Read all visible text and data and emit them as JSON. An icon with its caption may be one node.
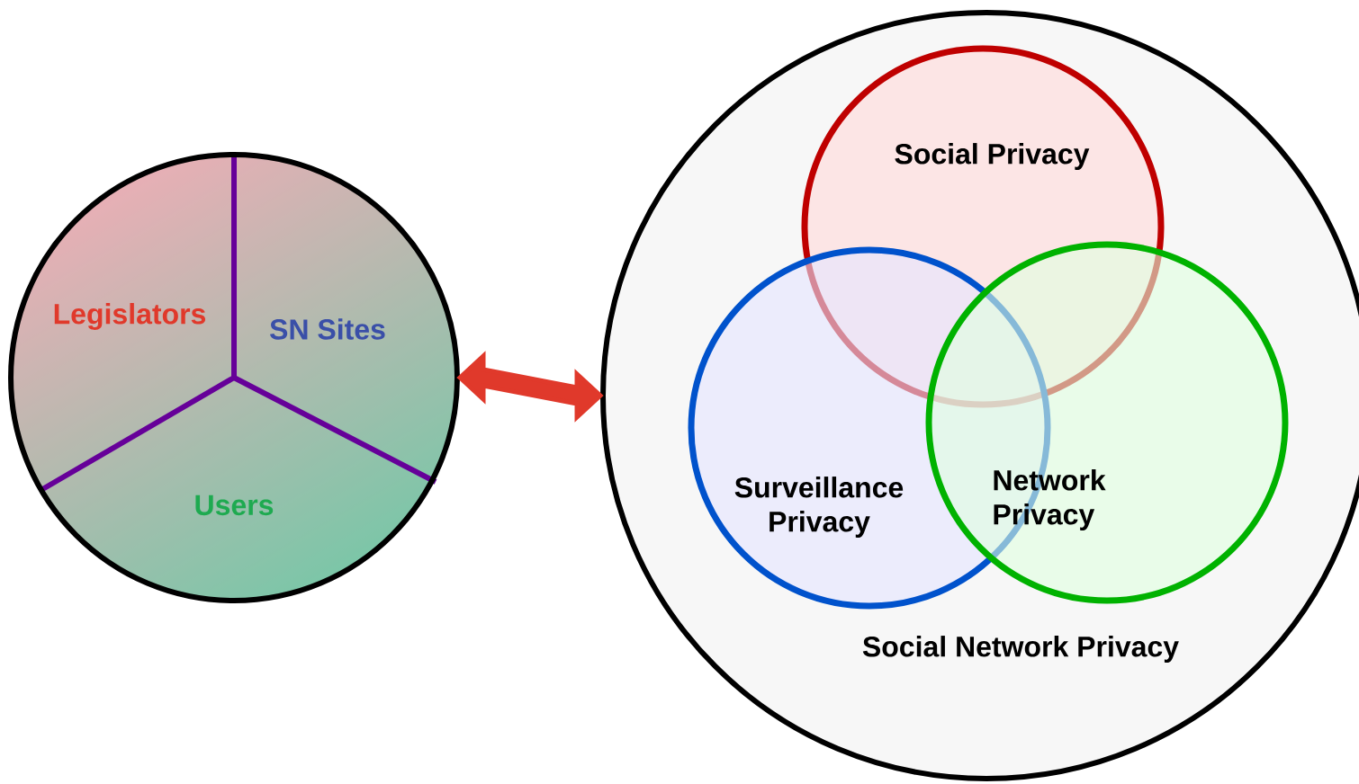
{
  "diagram": {
    "nodes": [
      {
        "text": [
          "Legislators",
          "SN Sites",
          "Users"
        ]
      },
      {
        "text": [
          "Social Network Privacy"
        ]
      },
      {
        "text": [
          "Social Privacy"
        ],
        "in": 1
      },
      {
        "text": [
          "Surveillance Privacy"
        ],
        "in": 1
      },
      {
        "text": [
          "Network Privacy"
        ],
        "in": 1
      }
    ],
    "edges": [
      {
        "from": 0,
        "to": 1,
        "arrow": "both",
        "color": "#e0392b"
      }
    ]
  }
}
